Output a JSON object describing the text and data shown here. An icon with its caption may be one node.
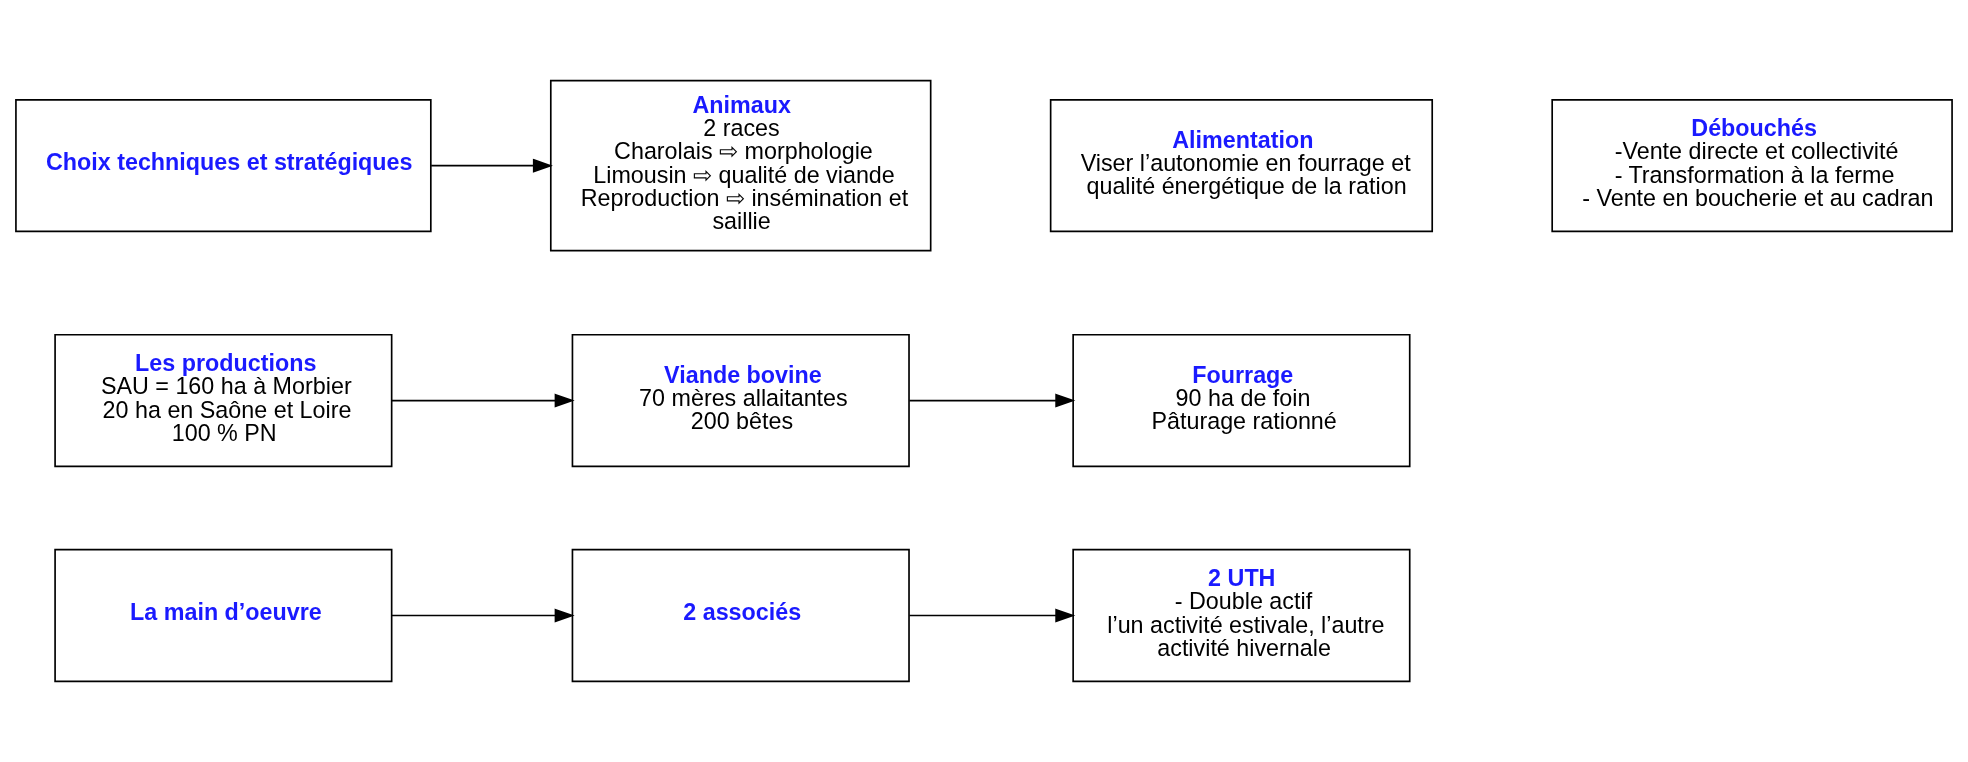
{
  "diagram": {
    "nodes": [
      {
        "text": [
          "La main d’oeuvre"
        ]
      },
      {
        "text": [
          "2 associés"
        ]
      },
      {
        "text": [
          "2 UTH",
          "- Double actif",
          "l’un activité estivale, l’autre activité hivernale"
        ]
      },
      {
        "text": [
          "Les productions",
          "SAU = 160 ha à Morbier",
          "20 ha en Saône et Loire",
          "100 % PN"
        ]
      },
      {
        "text": [
          "Viande bovine",
          "70 mères allaitantes",
          "200 bêtes"
        ]
      },
      {
        "text": [
          "Fourrage",
          "90 ha de foin",
          "Pâturage rationné"
        ]
      },
      {
        "text": [
          "Choix techniques et stratégiques"
        ]
      },
      {
        "text": [
          "Animaux",
          "2 races",
          "Charolais ⇨ morphologie",
          "Limousin ⇨ qualité de viande",
          "Reproduction ⇨ insémination et saillie"
        ]
      },
      {
        "text": [
          "Alimentation",
          "Viser l’autonomie en fourrage et qualité énergétique de la ration"
        ]
      },
      {
        "text": [
          "Débouchés",
          "-Vente directe et collectivité",
          "- Transformation à la ferme",
          "- Vente en boucherie et au cadran"
        ]
      }
    ],
    "edges": [
      {
        "from": 0,
        "to": 1,
        "arrow": "to"
      },
      {
        "from": 1,
        "to": 2,
        "arrow": "to"
      },
      {
        "from": 3,
        "to": 4,
        "arrow": "to"
      },
      {
        "from": 4,
        "to": 5,
        "arrow": "to"
      },
      {
        "from": 6,
        "to": 7,
        "arrow": "to"
      }
    ]
  }
}
